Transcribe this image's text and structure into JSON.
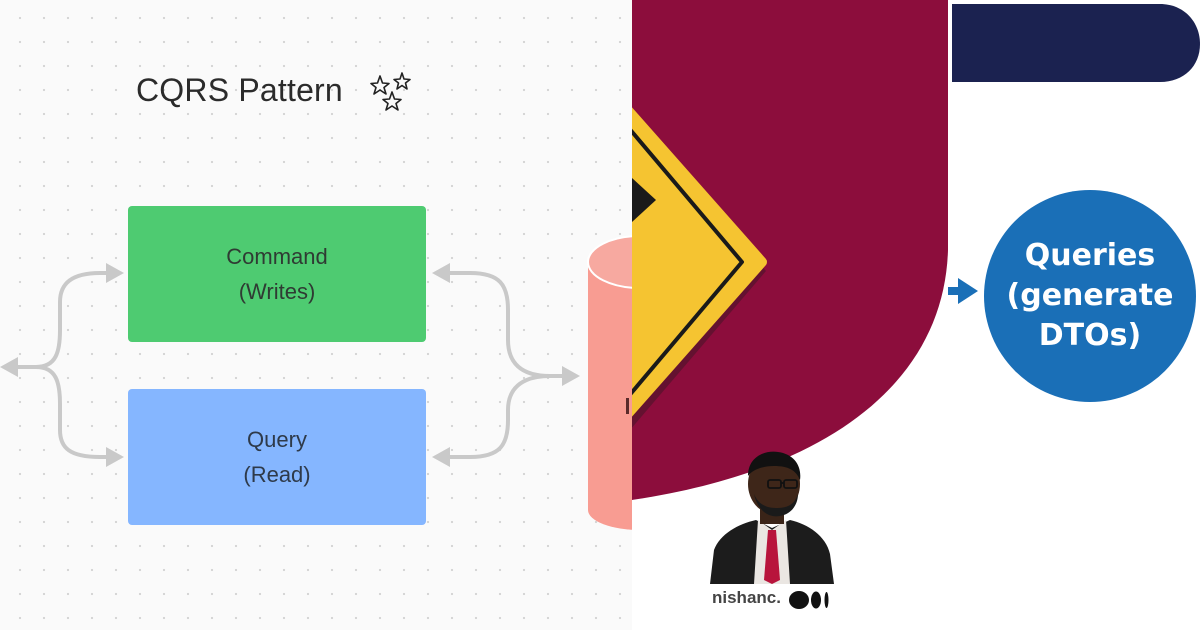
{
  "left": {
    "title": "CQRS Pattern",
    "command_box": {
      "line1": "Command",
      "line2": "(Writes)"
    },
    "query_box": {
      "line1": "Query",
      "line2": "(Read)"
    },
    "icons": [
      "sparkles-icon",
      "double-arrow-connector",
      "database-cylinder-icon"
    ],
    "colors": {
      "command": "#4ecb71",
      "query": "#85b6ff",
      "database": "#f89c92",
      "connector": "#c9c9c9"
    }
  },
  "right": {
    "queries_circle": {
      "line1": "Queries",
      "line2": "(generate",
      "line3": "DTOs)"
    },
    "author_name": "nishanc.",
    "icons": [
      "warning-road-sign-icon",
      "arrow-right-icon",
      "medium-logo-icon",
      "author-avatar"
    ],
    "colors": {
      "maroon": "#8c0d3c",
      "navy": "#1b2250",
      "circle": "#1a6fb7",
      "sign": "#f5c431"
    }
  }
}
